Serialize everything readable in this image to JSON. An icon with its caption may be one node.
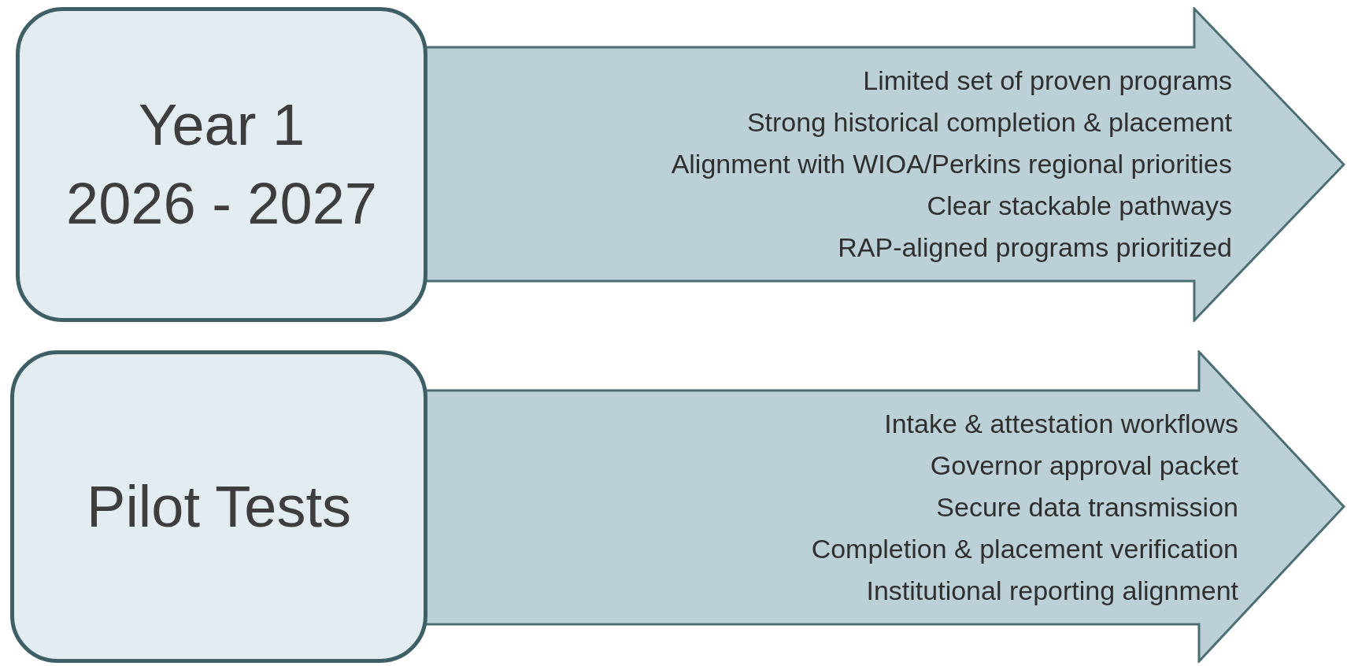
{
  "diagram": {
    "nodes": [
      {
        "text": [
          "Year 1",
          "2026 - 2027"
        ]
      },
      {
        "text": [
          "Limited set of proven programs",
          "Strong historical completion & placement",
          "Alignment with WIOA/Perkins regional priorities",
          "Clear stackable pathways",
          "RAP-aligned programs prioritized"
        ]
      },
      {
        "text": [
          "Pilot Tests"
        ]
      },
      {
        "text": [
          "Intake & attestation workflows",
          "Governor approval packet",
          "Secure data transmission",
          "Completion & placement verification",
          "Institutional reporting alignment"
        ]
      }
    ]
  }
}
